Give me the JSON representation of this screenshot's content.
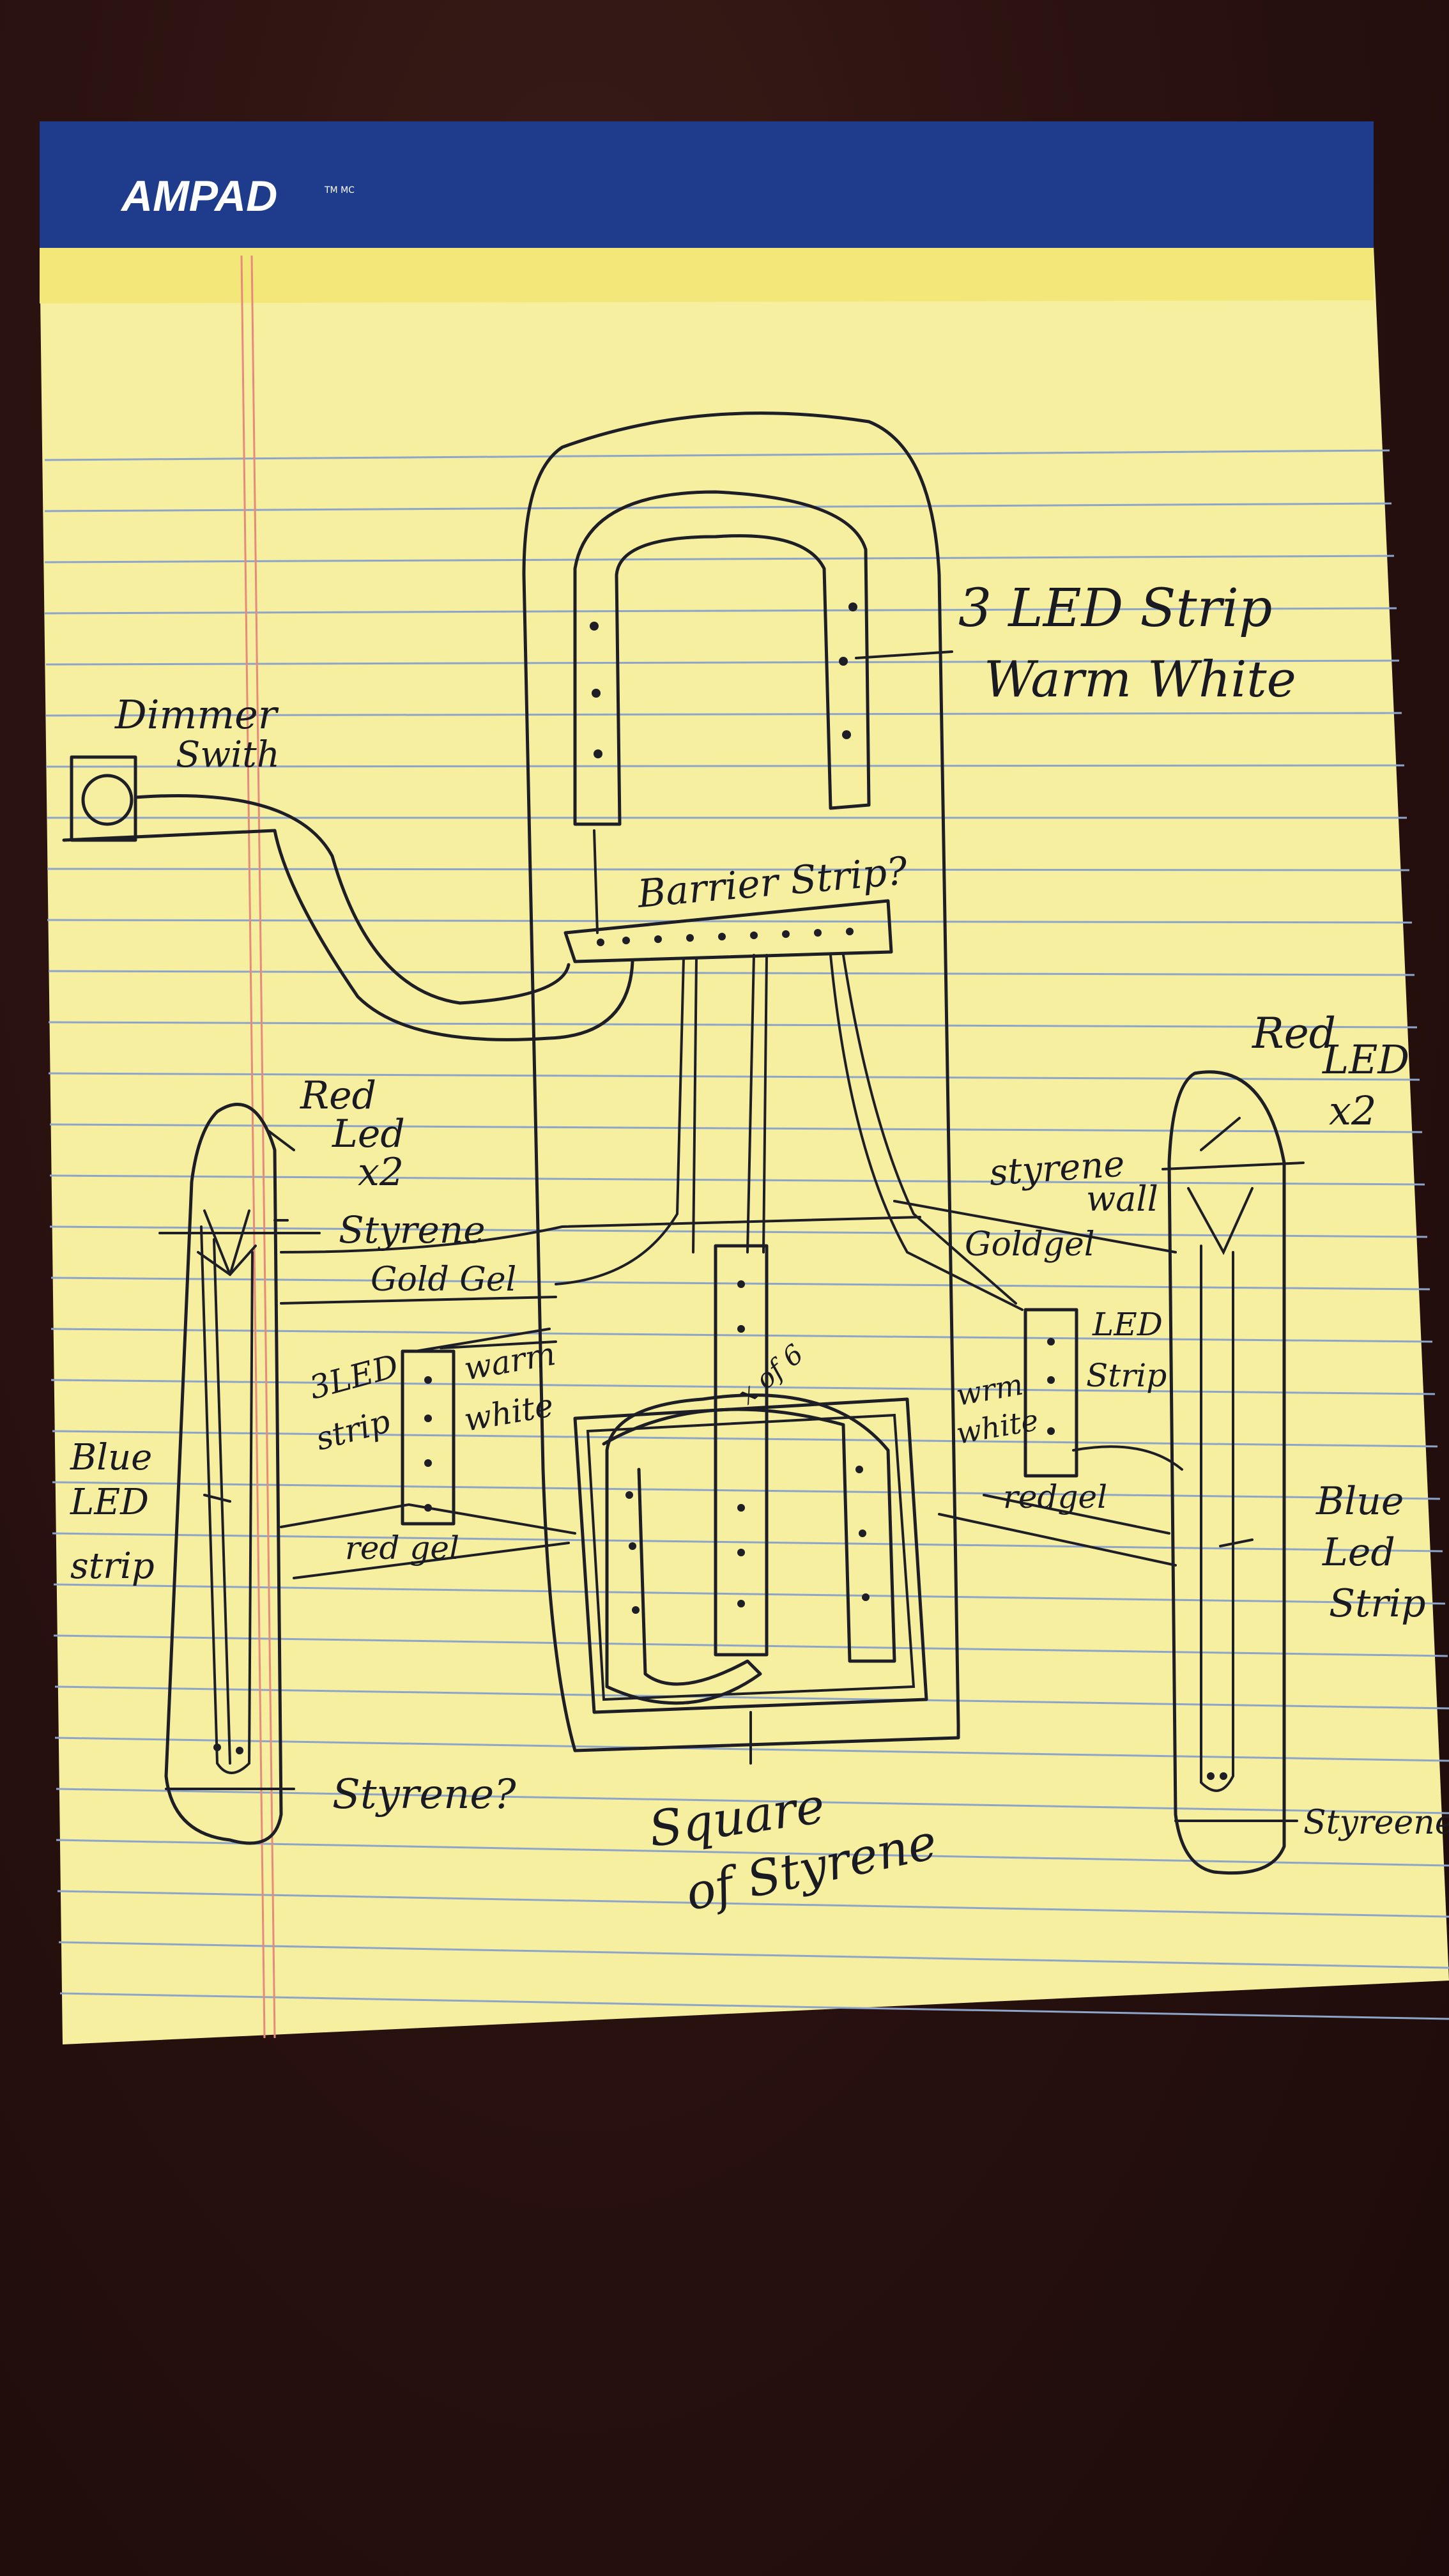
{
  "pad": {
    "brand": "AMPAD",
    "brand_mark": "TM MC",
    "colors": {
      "paper": "#f6ef9f",
      "header": "#1f3b8c",
      "rule": "#8ea4c8",
      "margin": "#e88a7a",
      "ink": "#1e1e26",
      "table": "#2a1210"
    }
  },
  "labels": {
    "led_strip_top_l1": "3 LED Strip",
    "led_strip_top_l2": "Warm White",
    "dimmer_l1": "Dimmer",
    "dimmer_l2": "Swith",
    "barrier": "Barrier Strip?",
    "red_led_left_l1": "Red",
    "red_led_left_l2": "Led",
    "red_led_left_l3": "x2",
    "styrene_left_top": "Styrene",
    "gold_gel_left": "Gold Gel",
    "strip_3led_l1": "3LED",
    "strip_3led_l2": "strip",
    "warm_white_left_l1": "warm",
    "warm_white_left_l2": "white",
    "blue_led_left_l1": "Blue",
    "blue_led_left_l2": "LED",
    "blue_led_left_l3": "strip",
    "red_gel_left": "red gel",
    "styrene_left_bottom": "Styrene?",
    "x_of_6": "x of 6",
    "square_l1": "Square",
    "square_l2": "of Styrene",
    "red_led_right_l1": "Red",
    "red_led_right_l2": "LED",
    "red_led_right_l3": "x2",
    "styrene_wall_l1": "styrene",
    "styrene_wall_l2": "wall",
    "gold_gel_right": "Goldgel",
    "led_strip_right_l1": "LED",
    "led_strip_right_l2": "Strip",
    "warm_white_right_l1": "wrm",
    "warm_white_right_l2": "white",
    "red_gel_right": "redgel",
    "blue_led_right_l1": "Blue",
    "blue_led_right_l2": "Led",
    "blue_led_right_l3": "Strip",
    "styrene_right_bottom": "Styreene?"
  }
}
